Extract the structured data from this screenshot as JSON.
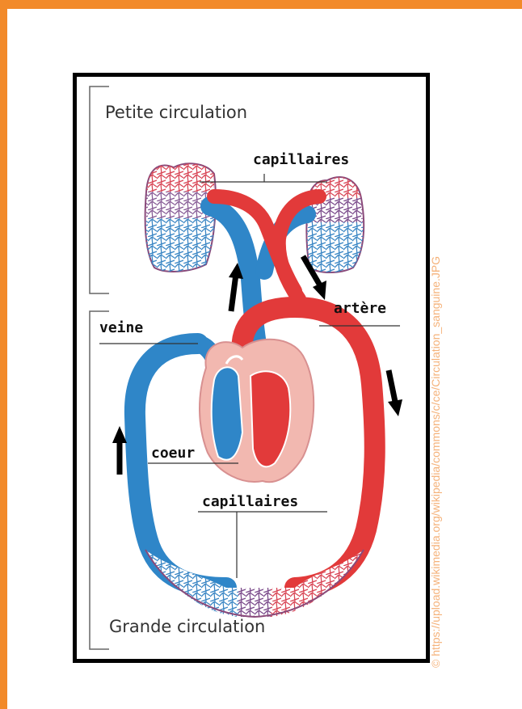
{
  "labels": {
    "petite_circulation": "Petite circulation",
    "capillaires_top": "capillaires",
    "artere": "artère",
    "veine": "veine",
    "coeur": "coeur",
    "capillaires_bottom": "capillaires",
    "grande_circulation": "Grande circulation"
  },
  "credit": "© https://upload.wikimedia.org/wikipedia/commons/c/ce/Circulation_sanguine.JPG",
  "colors": {
    "frame": "#f28a2a",
    "artery": "#e23a3a",
    "vein": "#2f86c8",
    "heart_wall": "#f2b8b0",
    "credit": "#f5b27a"
  }
}
